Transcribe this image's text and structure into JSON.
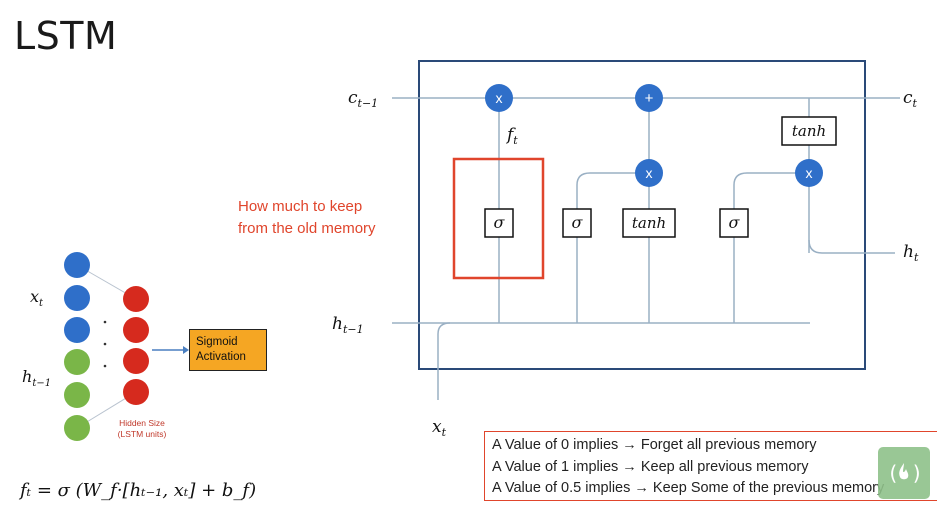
{
  "title": "LSTM",
  "labels": {
    "c_prev": "c",
    "c_prev_sub": "t−1",
    "c_next": "c",
    "c_next_sub": "t",
    "h_prev": "h",
    "h_prev_sub": "t−1",
    "h_next": "h",
    "h_next_sub": "t",
    "x_in": "x",
    "x_in_sub": "t",
    "f_t": "f",
    "f_t_sub": "t",
    "mult": "x",
    "plus": "+",
    "sigma": "σ",
    "tanh": "tanh"
  },
  "annotation": {
    "line1": "How much to keep",
    "line2": "from the old memory"
  },
  "side_net": {
    "x_label": "x",
    "x_sub": "t",
    "h_label": "h",
    "h_sub": "t−1",
    "sigmoid_line1": "Sigmoid",
    "sigmoid_line2": "Activation",
    "hidden_line1": "Hidden Size",
    "hidden_line2": "(LSTM units)"
  },
  "formula": {
    "text": "fₜ = σ (W_f·[hₜ₋₁, xₜ]  +  b_f)"
  },
  "notes": {
    "line1": "A Value of 0 implies → Forget  all previous memory",
    "line2": "A Value of 1 implies → Keep all previous memory",
    "line3": "A Value of 0.5 implies → Keep Some of the previous memory"
  },
  "colors": {
    "op_circle": "#2f6fc9",
    "cell_border": "#2a4a78",
    "highlight": "#e0452c",
    "blue_node": "#2f6fc9",
    "green_node": "#7ab648",
    "red_node": "#d62a1e"
  }
}
